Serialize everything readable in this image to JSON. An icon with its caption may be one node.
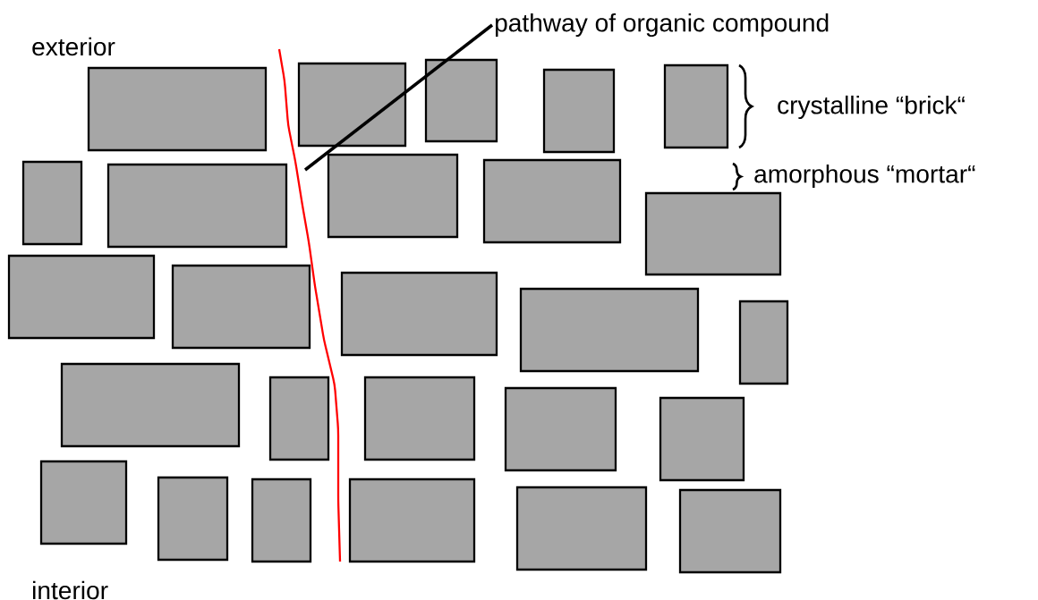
{
  "diagram": {
    "nodes": [
      {
        "text": [
          "pathway of organic compound"
        ]
      },
      {
        "text": [],
        "shape": "line"
      }
    ],
    "edges": [
      {
        "from": 0,
        "to": 1,
        "arrow": "none"
      }
    ],
    "labels": [
      "exterior",
      "crystalline “brick“",
      "amorphous “mortar“",
      "interior"
    ]
  }
}
